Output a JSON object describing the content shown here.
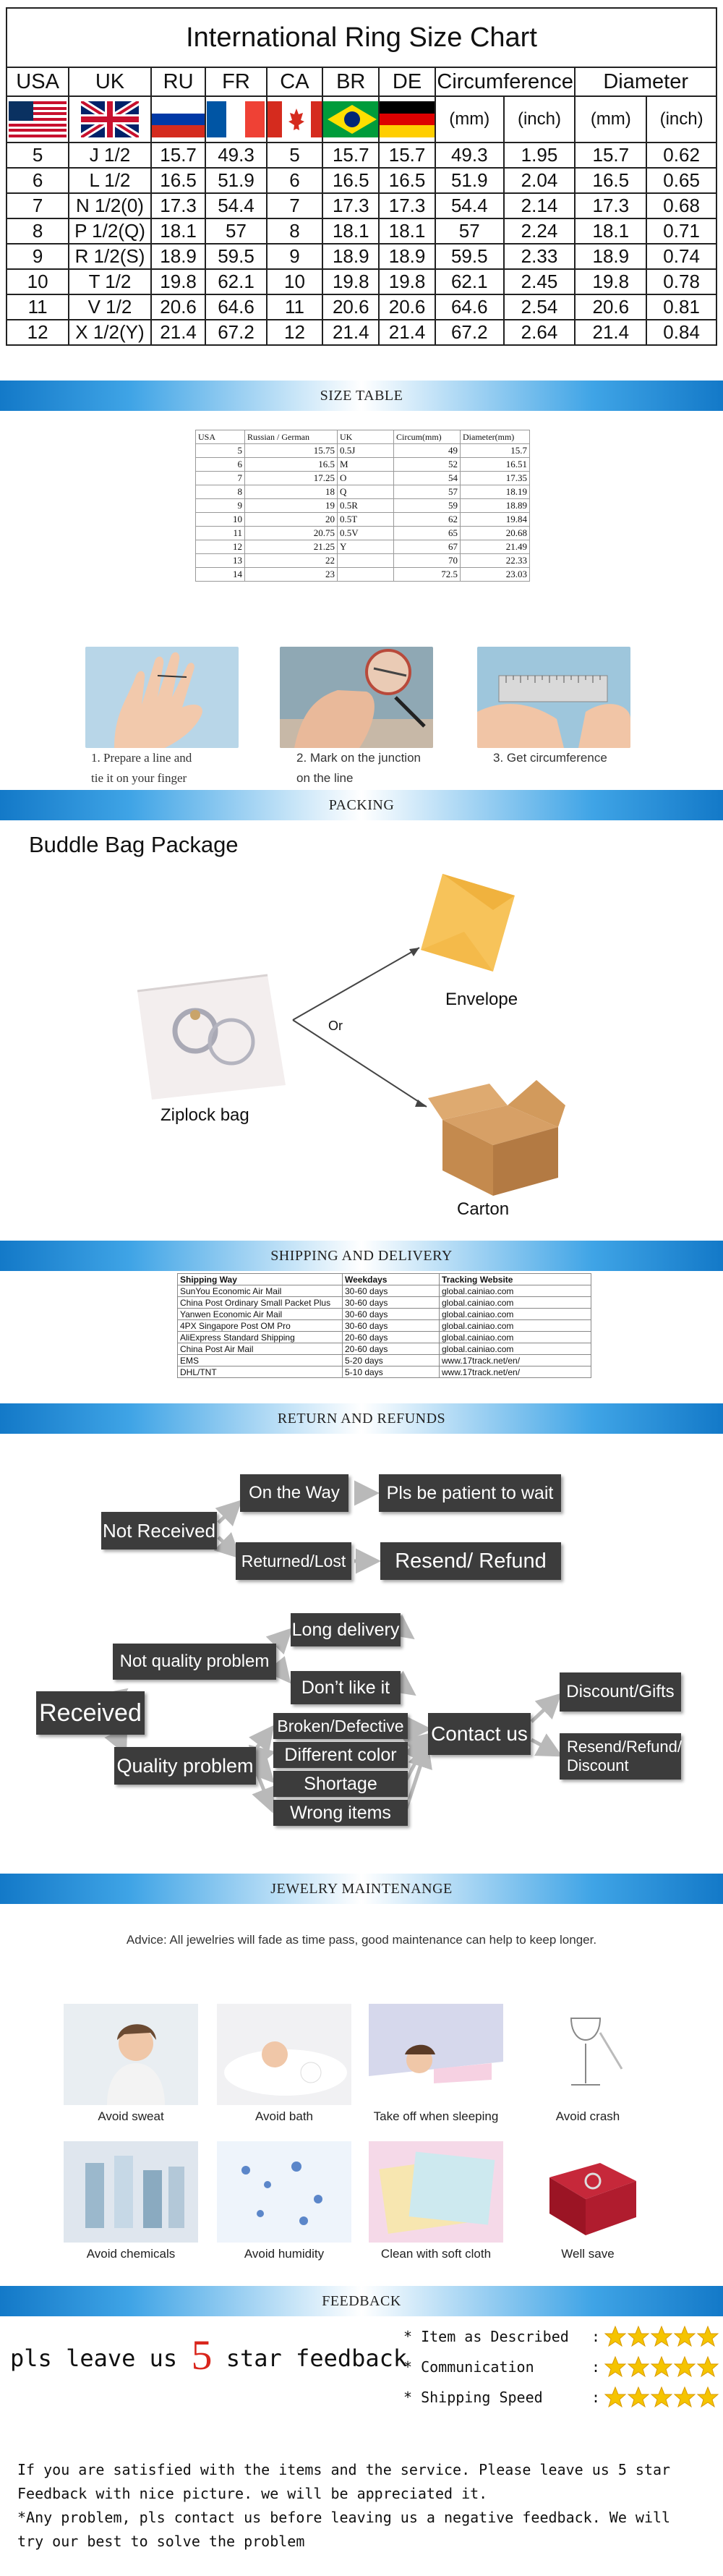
{
  "ring_chart": {
    "title": "International Ring Size Chart",
    "headers": [
      "USA",
      "UK",
      "RU",
      "FR",
      "CA",
      "BR",
      "DE",
      "Circumference",
      "Diameter"
    ],
    "units": [
      "(mm)",
      "(inch)",
      "(mm)",
      "(inch)"
    ],
    "flags": [
      "usa-flag-icon",
      "uk-flag-icon",
      "russia-flag-icon",
      "france-flag-icon",
      "canada-flag-icon",
      "brazil-flag-icon",
      "germany-flag-icon"
    ],
    "rows": [
      [
        "5",
        "J 1/2",
        "15.7",
        "49.3",
        "5",
        "15.7",
        "15.7",
        "49.3",
        "1.95",
        "15.7",
        "0.62"
      ],
      [
        "6",
        "L 1/2",
        "16.5",
        "51.9",
        "6",
        "16.5",
        "16.5",
        "51.9",
        "2.04",
        "16.5",
        "0.65"
      ],
      [
        "7",
        "N 1/2(0)",
        "17.3",
        "54.4",
        "7",
        "17.3",
        "17.3",
        "54.4",
        "2.14",
        "17.3",
        "0.68"
      ],
      [
        "8",
        "P 1/2(Q)",
        "18.1",
        "57",
        "8",
        "18.1",
        "18.1",
        "57",
        "2.24",
        "18.1",
        "0.71"
      ],
      [
        "9",
        "R 1/2(S)",
        "18.9",
        "59.5",
        "9",
        "18.9",
        "18.9",
        "59.5",
        "2.33",
        "18.9",
        "0.74"
      ],
      [
        "10",
        "T 1/2",
        "19.8",
        "62.1",
        "10",
        "19.8",
        "19.8",
        "62.1",
        "2.45",
        "19.8",
        "0.78"
      ],
      [
        "11",
        "V 1/2",
        "20.6",
        "64.6",
        "11",
        "20.6",
        "20.6",
        "64.6",
        "2.54",
        "20.6",
        "0.81"
      ],
      [
        "12",
        "X 1/2(Y)",
        "21.4",
        "67.2",
        "12",
        "21.4",
        "21.4",
        "67.2",
        "2.64",
        "21.4",
        "0.84"
      ]
    ]
  },
  "bars": {
    "size_table": "SIZE TABLE",
    "packing": "PACKING",
    "shipping": "SHIPPING AND DELIVERY",
    "returns": "RETURN AND REFUNDS",
    "maintenance": "JEWELRY MAINTENANGE",
    "feedback": "FEEDBACK"
  },
  "size_table": {
    "headers": [
      "USA",
      "Russian / German",
      "UK",
      "Circum(mm)",
      "Diameter(mm)"
    ],
    "rows": [
      [
        "5",
        "15.75",
        "0.5J",
        "49",
        "15.7"
      ],
      [
        "6",
        "16.5",
        "M",
        "52",
        "16.51"
      ],
      [
        "7",
        "17.25",
        "O",
        "54",
        "17.35"
      ],
      [
        "8",
        "18",
        "Q",
        "57",
        "18.19"
      ],
      [
        "9",
        "19",
        "0.5R",
        "59",
        "18.89"
      ],
      [
        "10",
        "20",
        "0.5T",
        "62",
        "19.84"
      ],
      [
        "11",
        "20.75",
        "0.5V",
        "65",
        "20.68"
      ],
      [
        "12",
        "21.25",
        "Y",
        "67",
        "21.49"
      ],
      [
        "13",
        "22",
        "",
        "70",
        "22.33"
      ],
      [
        "14",
        "23",
        "",
        "72.5",
        "23.03"
      ]
    ]
  },
  "steps": {
    "step1_line1": "1. Prepare a line and",
    "step1_line2": "tie it on your finger",
    "step2_line1": "2. Mark on the junction",
    "step2_line2": "on the line",
    "step3": "3. Get circumference"
  },
  "packing": {
    "title": "Buddle Bag Package",
    "ziplock": "Ziplock bag",
    "or": "Or",
    "envelope": "Envelope",
    "carton": "Carton"
  },
  "shipping": {
    "headers": [
      "Shipping Way",
      "Weekdays",
      "Tracking Website"
    ],
    "rows": [
      [
        "SunYou Economic Air Mail",
        "30-60 days",
        "global.cainiao.com"
      ],
      [
        "China Post Ordinary Small Packet Plus",
        "30-60 days",
        "global.cainiao.com"
      ],
      [
        "Yanwen Economic Air Mail",
        "30-60 days",
        "global.cainiao.com"
      ],
      [
        "4PX Singapore Post OM Pro",
        "30-60 days",
        "global.cainiao.com"
      ],
      [
        "AliExpress Standard Shipping",
        "20-60 days",
        "global.cainiao.com"
      ],
      [
        "China Post Air Mail",
        "20-60 days",
        "global.cainiao.com"
      ],
      [
        "EMS",
        "5-20 days",
        "www.17track.net/en/"
      ],
      [
        "DHL/TNT",
        "5-10 days",
        "www.17track.net/en/"
      ]
    ]
  },
  "returns": {
    "not_received": "Not Received",
    "on_the_way": "On the Way",
    "be_patient": "Pls be patient to wait",
    "returned_lost": "Returned/Lost",
    "resend_refund": "Resend/ Refund",
    "received": "Received",
    "not_quality": "Not quality problem",
    "long_delivery": "Long delivery",
    "dont_like": "Don’t like it",
    "quality_problem": "Quality problem",
    "broken": "Broken/Defective",
    "different_color": "Different color",
    "shortage": "Shortage",
    "wrong_items": "Wrong items",
    "contact_us": "Contact us",
    "discount_gifts": "Discount/Gifts",
    "resend_refund_discount": "Resend/Refund/ Discount"
  },
  "maintenance": {
    "advice": "Advice: All jewelries will fade as time pass, good maintenance can help to keep longer.",
    "items": [
      "Avoid sweat",
      "Avoid bath",
      "Take off when sleeping",
      "Avoid crash",
      "Avoid chemicals",
      "Avoid humidity",
      "Clean with soft cloth",
      "Well save"
    ]
  },
  "feedback": {
    "lead_before": "pls leave us ",
    "lead_five": "5",
    "lead_after": " star feedback",
    "rows": [
      {
        "label": "* Item as Described",
        "sep": ":"
      },
      {
        "label": "* Communication",
        "sep": ":"
      },
      {
        "label": "* Shipping Speed",
        "sep": ":"
      }
    ],
    "star_color": "#f5c400",
    "paragraph1": "If you are satisfied with the items and the service. Please leave us 5 star Feedback with nice picture. we will be appreciated it.",
    "paragraph2": "*Any problem, pls contact us before leaving us a negative feedback. We will try our best to solve  the problem"
  },
  "colors": {
    "bar_blue": "#1379c8",
    "flow_box": "#3c3c3c",
    "five_red": "#d9261c"
  }
}
